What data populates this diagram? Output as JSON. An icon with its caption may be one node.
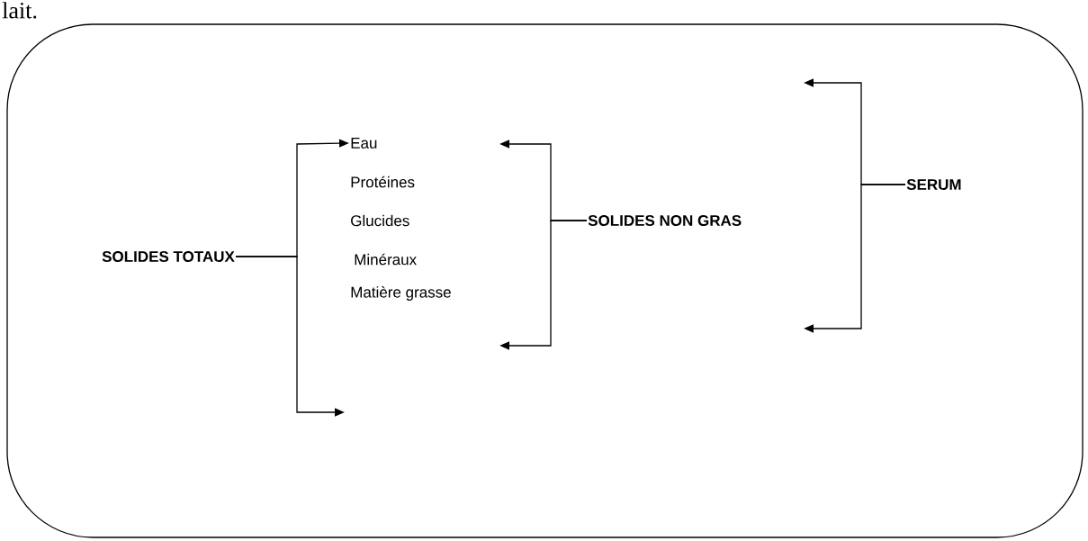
{
  "diagram": {
    "nodes": [
      {
        "text": [
          "SOLIDES TOTAUX"
        ]
      },
      {
        "text": [
          "Eau"
        ]
      },
      {
        "text": [
          "Protéines"
        ]
      },
      {
        "text": [
          "Glucides"
        ]
      },
      {
        "text": [
          "Minéraux"
        ]
      },
      {
        "text": [
          "Matière grasse"
        ]
      },
      {
        "text": [
          "SOLIDES NON GRAS"
        ]
      },
      {
        "text": [
          "SERUM"
        ]
      }
    ],
    "edges": [
      {
        "from": 0,
        "to": 1,
        "arrow": "to"
      },
      {
        "from": 0,
        "to": null,
        "arrow": "to"
      },
      {
        "from": 6,
        "to": null,
        "arrow": "to"
      },
      {
        "from": 6,
        "to": null,
        "arrow": "to"
      },
      {
        "from": 7,
        "to": null,
        "arrow": "to"
      },
      {
        "from": 7,
        "to": null,
        "arrow": "to"
      }
    ],
    "labels": [
      "lait."
    ]
  }
}
